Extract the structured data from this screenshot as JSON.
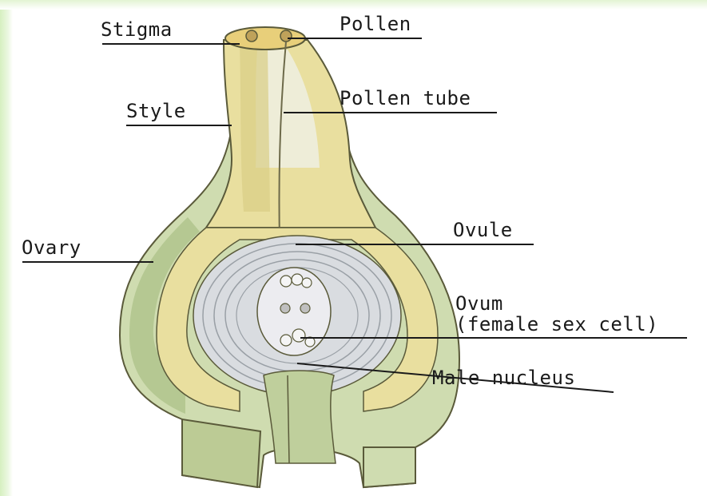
{
  "labels": {
    "stigma": "Stigma",
    "pollen": "Pollen",
    "style": "Style",
    "pollen_tube": "Pollen tube",
    "ovary": "Ovary",
    "ovule": "Ovule",
    "ovum_line1": "Ovum",
    "ovum_line2": "(female sex cell)",
    "male_nucleus": "Male nucleus"
  },
  "colors": {
    "ovary_wall": "#cfdcb0",
    "ovary_wall_dark": "#9fb67c",
    "style_yellow": "#e9df9f",
    "style_dark": "#c8b968",
    "ovule_grey": "#d9dce0",
    "ovule_line": "#9aa0a6",
    "stalk_green": "#bfcf9c",
    "outline": "#5a5a3a"
  }
}
